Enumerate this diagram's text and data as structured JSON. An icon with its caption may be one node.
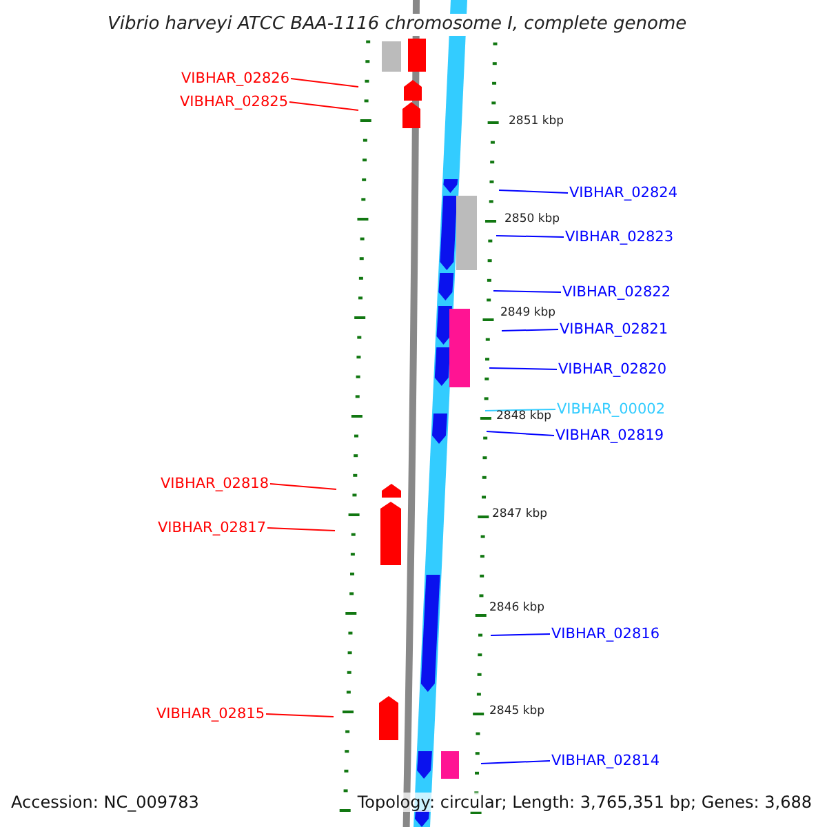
{
  "diagram": {
    "title": "Vibrio harveyi ATCC BAA-1116 chromosome I, complete genome",
    "nodes": [
      {
        "text": [
          "VIBHAR_02826"
        ]
      },
      {
        "text": [
          "VIBHAR_02825"
        ]
      },
      {
        "text": [
          "VIBHAR_02824"
        ]
      },
      {
        "text": [
          "VIBHAR_02823"
        ]
      },
      {
        "text": [
          "VIBHAR_02822"
        ]
      },
      {
        "text": [
          "VIBHAR_02821"
        ]
      },
      {
        "text": [
          "VIBHAR_02820"
        ]
      },
      {
        "text": [
          "VIBHAR_00002"
        ]
      },
      {
        "text": [
          "VIBHAR_02819"
        ]
      },
      {
        "text": [
          "VIBHAR_02818"
        ]
      },
      {
        "text": [
          "VIBHAR_02817"
        ]
      },
      {
        "text": [
          "VIBHAR_02816"
        ]
      },
      {
        "text": [
          "VIBHAR_02815"
        ]
      },
      {
        "text": [
          "VIBHAR_02814"
        ]
      }
    ],
    "edges": [
      {
        "from": 0,
        "to": null,
        "arrow": "none",
        "color": "#ff0000"
      },
      {
        "from": 1,
        "to": null,
        "arrow": "none",
        "color": "#ff0000"
      },
      {
        "from": 2,
        "to": null,
        "arrow": "none"
      },
      {
        "from": 3,
        "to": null,
        "arrow": "none"
      },
      {
        "from": 4,
        "to": null,
        "arrow": "none"
      },
      {
        "from": 5,
        "to": null,
        "arrow": "none"
      },
      {
        "from": 6,
        "to": null,
        "arrow": "none"
      },
      {
        "from": 7,
        "to": null,
        "arrow": "none",
        "color": "#33ccff"
      },
      {
        "from": 8,
        "to": null,
        "arrow": "none"
      },
      {
        "from": 9,
        "to": null,
        "arrow": "none",
        "color": "#ff0000"
      },
      {
        "from": 10,
        "to": null,
        "arrow": "none",
        "color": "#ff0000"
      },
      {
        "from": 11,
        "to": null,
        "arrow": "none"
      },
      {
        "from": 12,
        "to": null,
        "arrow": "none",
        "color": "#ff0000"
      },
      {
        "from": 13,
        "to": null,
        "arrow": "none"
      }
    ],
    "labels": [
      "2851 kbp",
      "2850 kbp",
      "2849 kbp",
      "2848 kbp",
      "2847 kbp",
      "2846 kbp",
      "2845 kbp",
      "Accession: NC_009783",
      "Topology: circular; Length: 3,765,351 bp; Genes: 3,688"
    ]
  }
}
